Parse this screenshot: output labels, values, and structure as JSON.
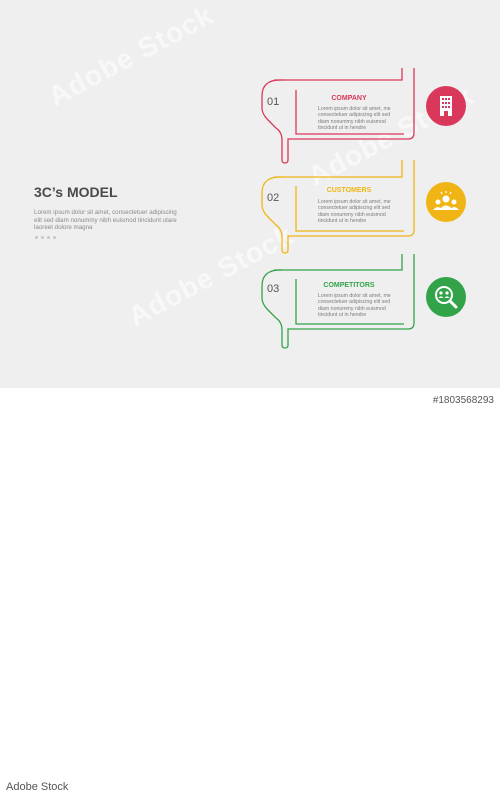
{
  "heading": {
    "title": "3C’s MODEL",
    "description": "Lorem ipsum dolor sit amet, consectetuer adipiscing elit sed diam nonummy nibh euismod tincidunt utare laoreet dolore magna"
  },
  "steps": [
    {
      "number": "01",
      "title": "COMPANY",
      "text": "Lorem ipsum dolor sit amet, me consectetuer adipiscing elit sed diam nonummy nibh euismod tincidunt ut in hendre",
      "color": "#d9385a",
      "icon": "building-icon"
    },
    {
      "number": "02",
      "title": "CUSTOMERS",
      "text": "Lorem ipsum dolor sit amet, me consectetuer adipiscing elit sed diam nonummy nibh euismod tincidunt ut in hendre",
      "color": "#f0b514",
      "icon": "customers-group-icon"
    },
    {
      "number": "03",
      "title": "COMPETITORS",
      "text": "Lorem ipsum dolor sit amet, me consectetuer adipiscing elit sed diam nonummy nibh euismod tincidunt ut in hendre",
      "color": "#33a34a",
      "icon": "magnify-people-icon"
    }
  ],
  "watermark": {
    "text": "Adobe Stock",
    "id": "#1803568293"
  }
}
